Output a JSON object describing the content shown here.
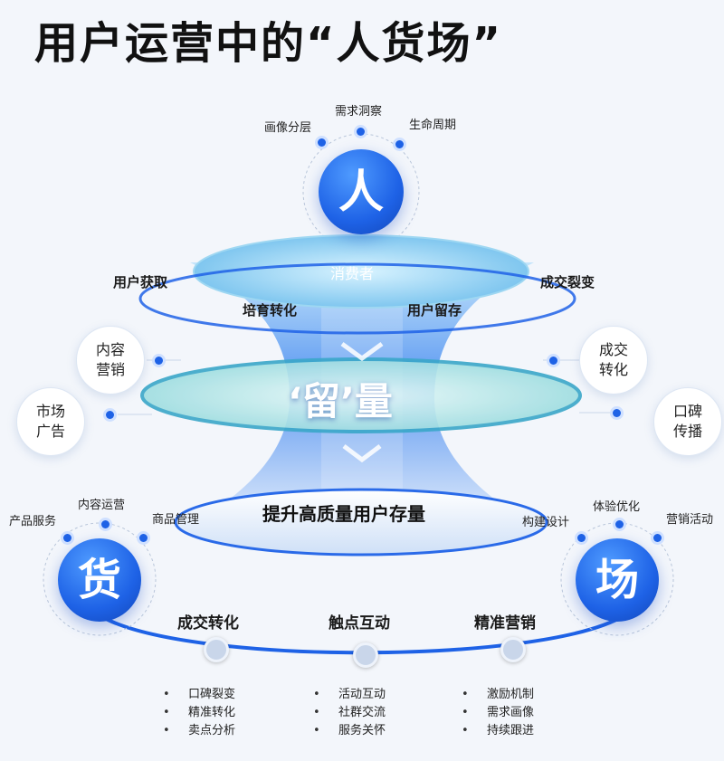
{
  "title": "用户运营中的“人货场”",
  "ren": {
    "char": "人",
    "labels": [
      "画像分层",
      "需求洞察",
      "生命周期"
    ]
  },
  "consumer": "消费者",
  "ring_top": {
    "left": "用户获取",
    "right": "成交裂变",
    "mid_left": "培育转化",
    "mid_right": "用户留存"
  },
  "left_circles": [
    {
      "text": "内容营销"
    },
    {
      "text": "市场广告"
    }
  ],
  "right_circles": [
    {
      "text": "成交转化"
    },
    {
      "text": "口碑传播"
    }
  ],
  "center": "‘留’量",
  "tagline": "提升高质量用户存量",
  "huo": {
    "char": "货",
    "labels": [
      "产品服务",
      "内容运营",
      "商品管理"
    ]
  },
  "chang": {
    "char": "场",
    "labels": [
      "构建设计",
      "体验优化",
      "营销活动"
    ]
  },
  "bottom": {
    "headers": [
      "成交转化",
      "触点互动",
      "精准营销"
    ],
    "lists": [
      [
        "口碑裂变",
        "精准转化",
        "卖点分析"
      ],
      [
        "活动互动",
        "社群交流",
        "服务关怀"
      ],
      [
        "激励机制",
        "需求画像",
        "持续跟进"
      ]
    ]
  },
  "colors": {
    "primary": "#1e62e6",
    "light": "#8ec9f5",
    "ring": "#3aa7c9"
  }
}
